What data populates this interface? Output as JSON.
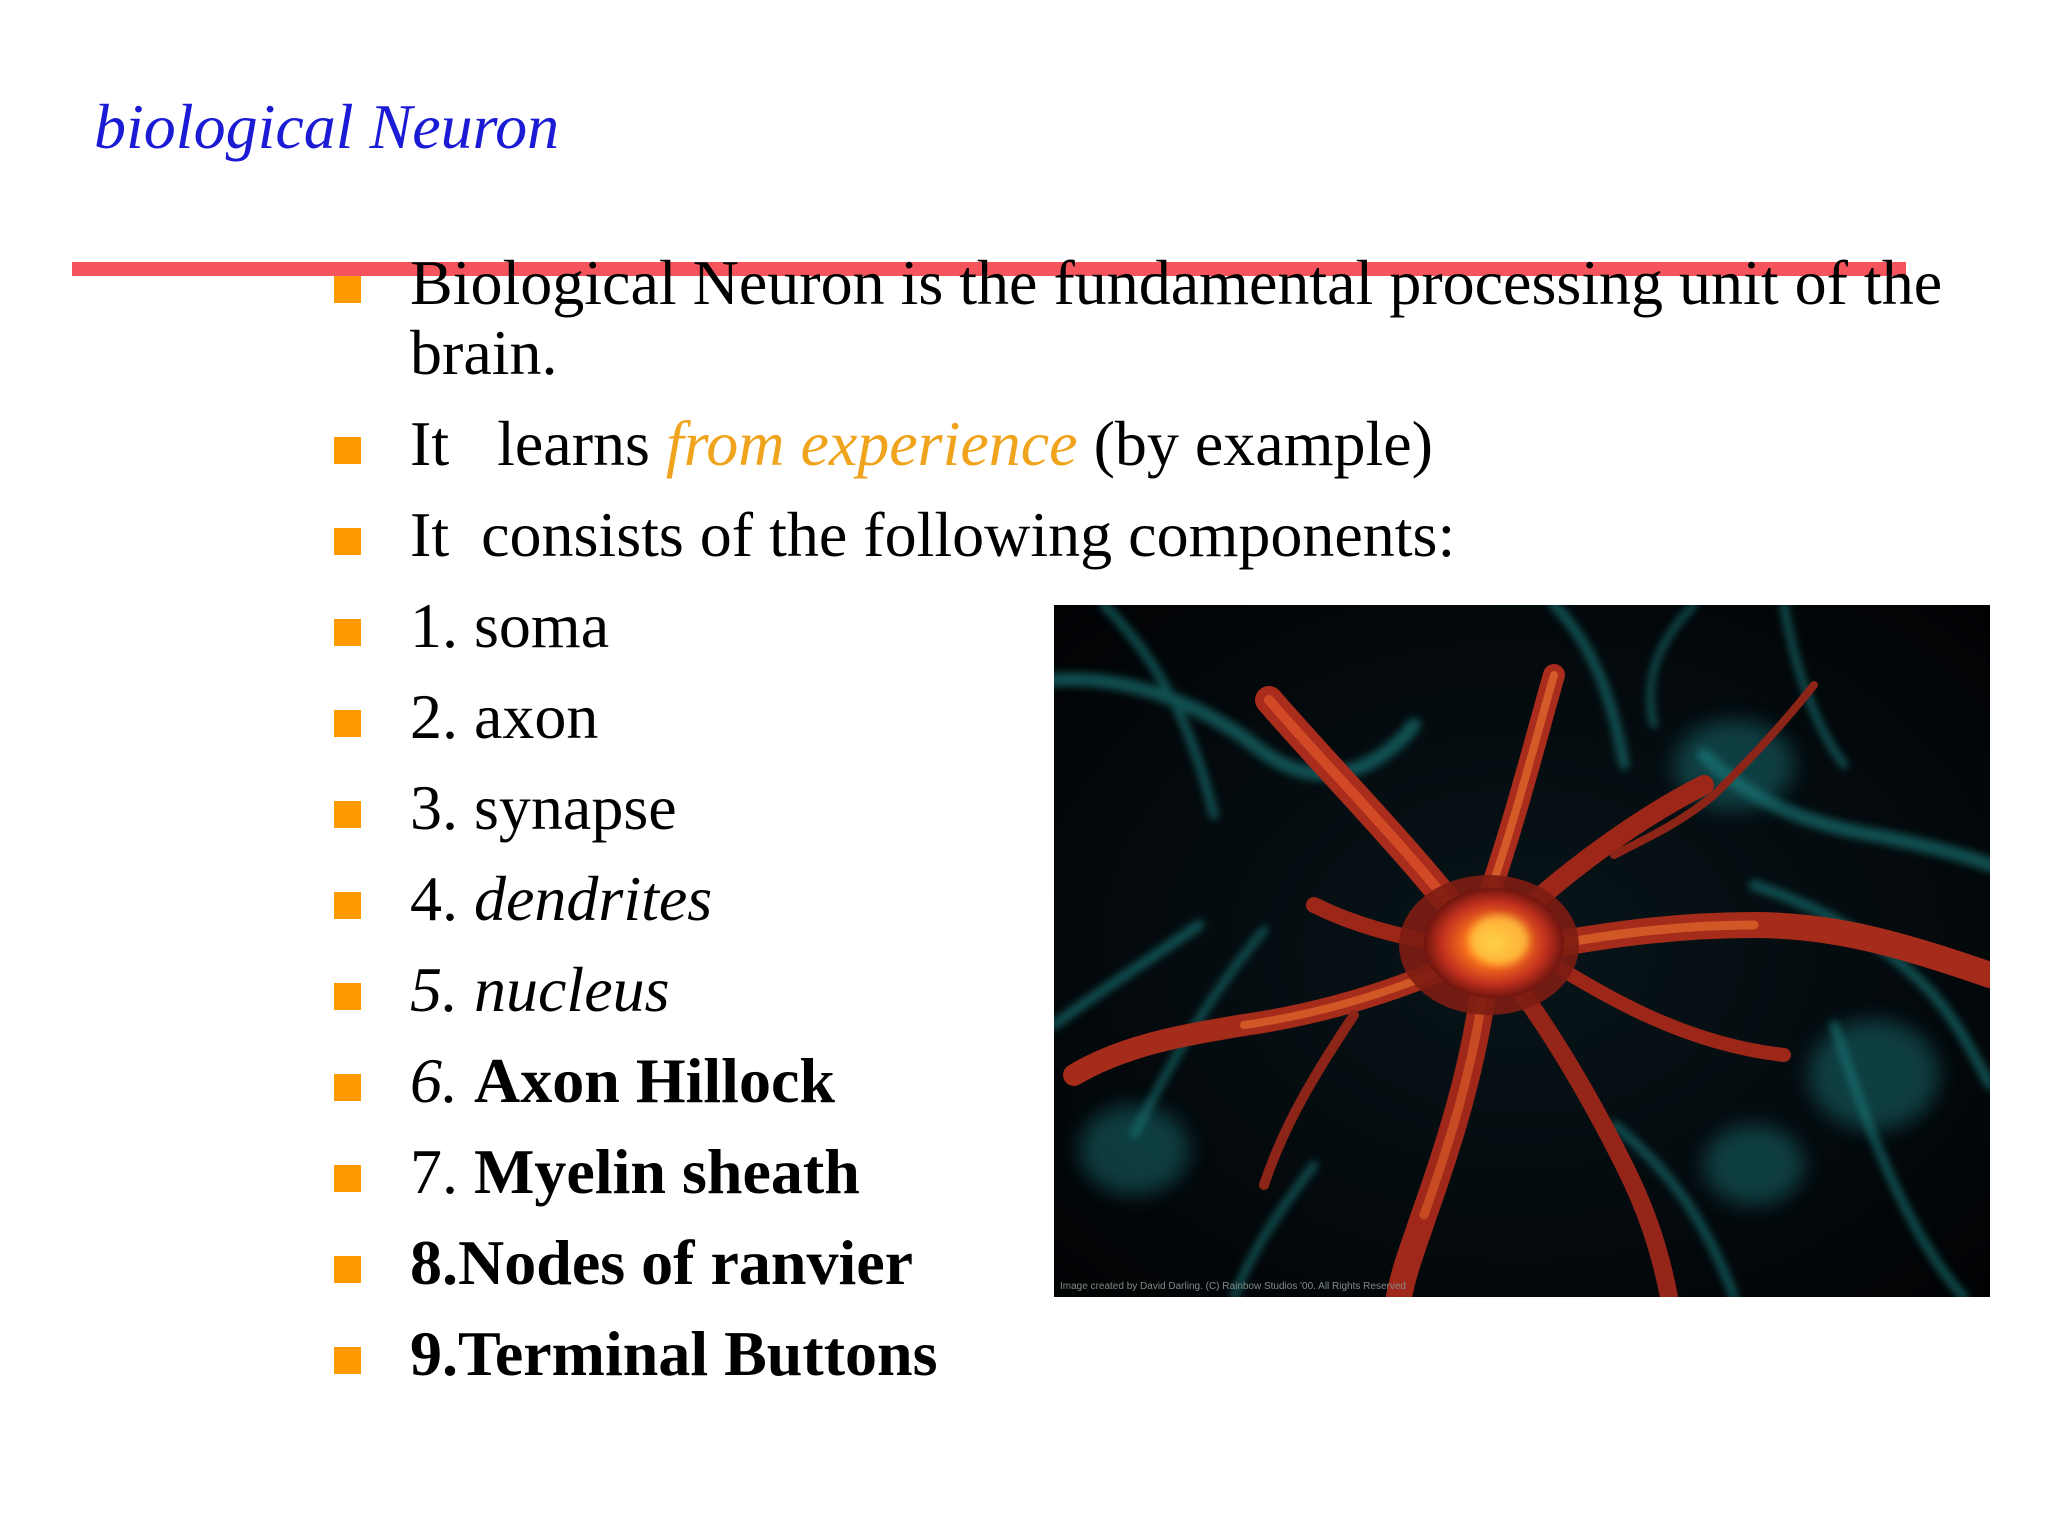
{
  "slide": {
    "title": "biological Neuron",
    "colors": {
      "title": "#1b1bd6",
      "rule": "#f5545c",
      "bullet": "#ff9a00",
      "accent": "#f0a31c"
    }
  },
  "bullets": [
    {
      "text": "Biological Neuron is the fundamental processing unit of the brain."
    },
    {
      "before": "It   learns ",
      "accent": "from experience",
      "after": " (by example)"
    },
    {
      "text": "It  consists of the following components:"
    },
    {
      "text": "1. soma"
    },
    {
      "text": "2. axon"
    },
    {
      "text": "3. synapse"
    },
    {
      "number": "4. ",
      "label": "dendrites"
    },
    {
      "text": "5. nucleus"
    },
    {
      "number": "6. ",
      "label": "Axon Hillock"
    },
    {
      "number": "7. ",
      "label": "Myelin sheath"
    },
    {
      "text": "8.Nodes of ranvier"
    },
    {
      "text": "9.Terminal Buttons"
    }
  ],
  "image": {
    "description_icon": "neuron-illustration",
    "credit": "Image created by David Darling. (C) Rainbow Studios '00. All Rights Reserved"
  }
}
